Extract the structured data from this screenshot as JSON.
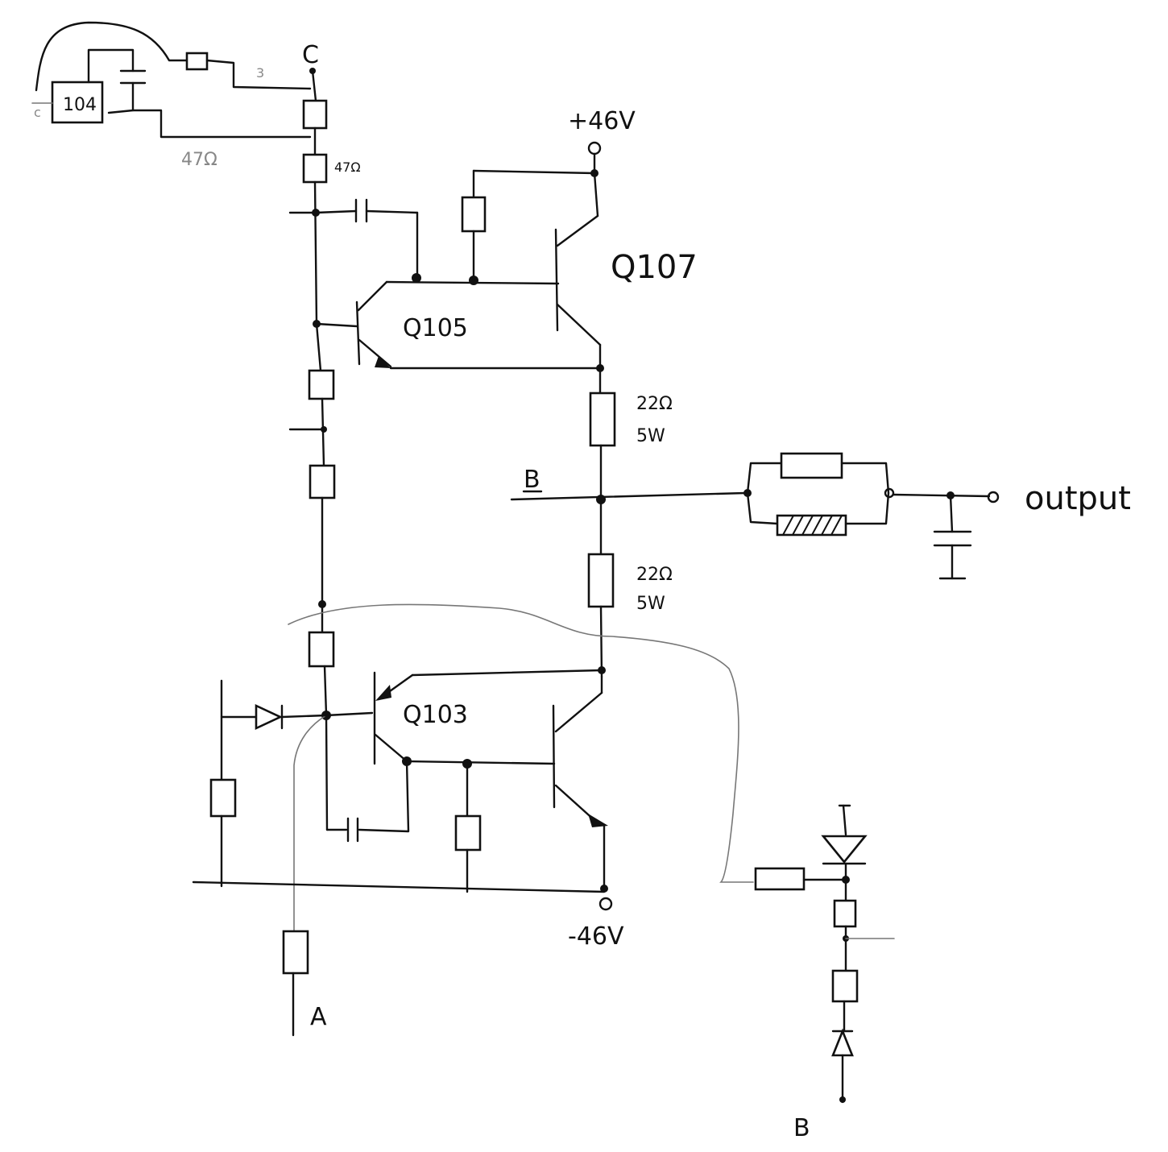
{
  "labels": {
    "node_c": "C",
    "node_a": "A",
    "node_b_left": "B",
    "node_b_bottom": "B",
    "vplus": "+46V",
    "vminus": "-46V",
    "q107": "Q107",
    "q105": "Q105",
    "q103": "Q103",
    "output": "output",
    "r_47": "47Ω",
    "r_47_faint": "47Ω",
    "r_22_top": "22Ω",
    "w_5_top": "5W",
    "r_22_bottom": "22Ω",
    "w_5_bottom": "5W",
    "cap_104": "104",
    "faint_3": "3",
    "faint_c": "c"
  }
}
